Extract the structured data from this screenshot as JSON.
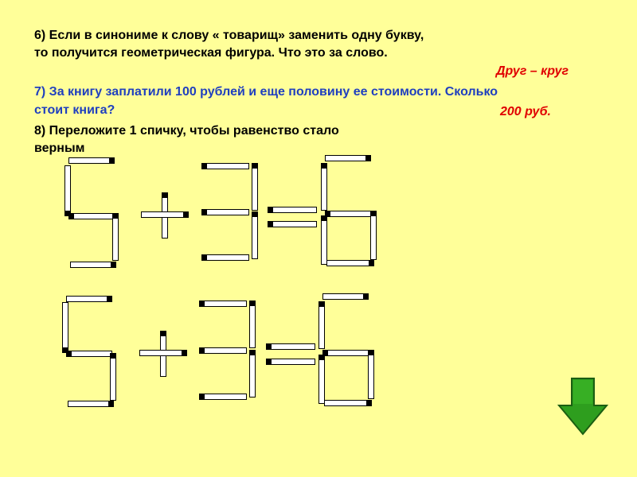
{
  "q6": {
    "line1": "6) Если в синониме к слову « товарищ» заменить одну букву,",
    "line2": "то получится геометрическая фигура. Что это за слово.",
    "answer": "Друг – круг"
  },
  "q7": {
    "line1": "7) За книгу заплатили 100 рублей и еще половину ее  стоимости. Сколько",
    "line2": "стоит книга?",
    "answer": "200 руб."
  },
  "q8": {
    "line1": "8) Переложите 1 спичку, чтобы равенство стало",
    "line2": "верным"
  },
  "equations": [
    "5+3=6",
    "5+3=6"
  ],
  "colors": {
    "background": "#ffff99",
    "question_text": "#000000",
    "question7_text": "#1f3fbf",
    "answer_text": "#e00000",
    "arrow_fill": "#2e9e1e"
  },
  "icons": {
    "next": "down-arrow-icon"
  }
}
